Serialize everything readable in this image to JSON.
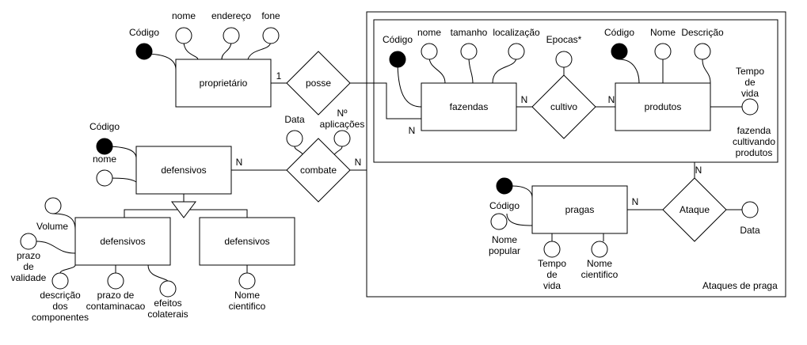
{
  "labels": {
    "proprietario": "proprietário",
    "posse": "posse",
    "fazendas": "fazendas",
    "cultivo": "cultivo",
    "produtos": "produtos",
    "defensivos": "defensivos",
    "combate": "combate",
    "pragas": "pragas",
    "ataque": "Ataque",
    "codigo": "Código",
    "nome": "nome",
    "endereco": "endereço",
    "fone": "fone",
    "tamanho": "tamanho",
    "localizacao": "localização",
    "epocas": "Epocas*",
    "nome_cap": "Nome",
    "descricao": "Descrição",
    "tempo_de_vida": [
      "Tempo",
      "de",
      "vida"
    ],
    "fazenda_cultivando": [
      "fazenda",
      "cultivando",
      "produtos"
    ],
    "data": "Data",
    "n_aplicacoes": [
      "Nº",
      "aplicações"
    ],
    "volume": "Volume",
    "prazo_validade": [
      "prazo",
      "de",
      "validade"
    ],
    "descricao_componentes": [
      "descrição",
      "dos",
      "componentes"
    ],
    "prazo_contaminacao": [
      "prazo de",
      "contaminacao"
    ],
    "efeitos_colaterais": [
      "efeitos",
      "colaterais"
    ],
    "nome_cientifico": [
      "Nome",
      "cientifico"
    ],
    "nome_popular": [
      "Nome",
      "popular"
    ],
    "ataques_de_praga": "Ataques de praga"
  },
  "cardinality": {
    "one": "1",
    "many": "N"
  }
}
